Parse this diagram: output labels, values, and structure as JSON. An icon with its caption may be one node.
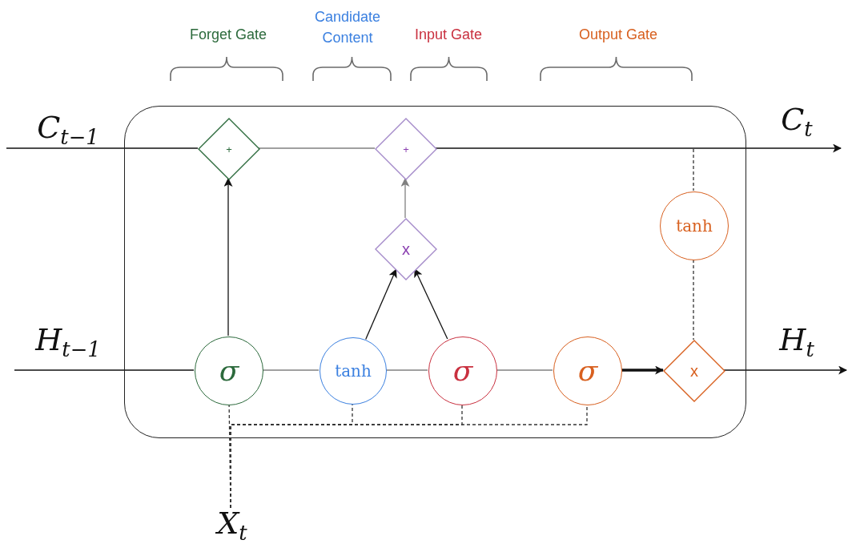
{
  "diagram": {
    "nodes": [
      {
        "text": [],
        "shape": "box"
      },
      {
        "text": [
          "+"
        ],
        "in": 0
      },
      {
        "text": [
          "+"
        ],
        "in": 0
      },
      {
        "text": [
          "x"
        ],
        "in": 0
      },
      {
        "text": [
          "tanh"
        ],
        "in": 0
      },
      {
        "text": [
          "σ"
        ],
        "in": 0
      },
      {
        "text": [
          "tanh"
        ],
        "in": 0
      },
      {
        "text": [
          "σ"
        ],
        "in": 0
      },
      {
        "text": [
          "σ"
        ],
        "in": 0
      },
      {
        "text": [
          "x"
        ],
        "in": 0
      },
      {
        "text": [
          "X$_{t}$"
        ]
      }
    ],
    "edges": [
      {
        "from": null,
        "to": 1,
        "arrow": "none"
      },
      {
        "from": 1,
        "to": 2,
        "arrow": "none",
        "color": "#808080"
      },
      {
        "from": 2,
        "to": null,
        "arrow": "to"
      },
      {
        "from": 5,
        "to": 1,
        "arrow": "to"
      },
      {
        "from": 3,
        "to": 2,
        "arrow": "to",
        "color": "#808080"
      },
      {
        "from": 6,
        "to": 3,
        "arrow": "to"
      },
      {
        "from": 7,
        "to": 3,
        "arrow": "to"
      },
      {
        "from": null,
        "to": 4,
        "arrow": "none",
        "style": "dashed"
      },
      {
        "from": 4,
        "to": 9,
        "arrow": "none",
        "style": "dashed"
      },
      {
        "from": null,
        "to": 5,
        "arrow": "none"
      },
      {
        "from": 5,
        "to": 6,
        "arrow": "none",
        "color": "#808080"
      },
      {
        "from": 6,
        "to": 7,
        "arrow": "none",
        "color": "#808080"
      },
      {
        "from": 7,
        "to": 8,
        "arrow": "none",
        "color": "#808080"
      },
      {
        "from": 8,
        "to": 9,
        "arrow": "to",
        "style": "thick"
      },
      {
        "from": 9,
        "to": null,
        "arrow": "to"
      },
      {
        "from": 10,
        "to": 5,
        "arrow": "none",
        "style": "dashed"
      },
      {
        "from": 10,
        "to": 6,
        "arrow": "none",
        "style": "dashed"
      },
      {
        "from": 10,
        "to": 7,
        "arrow": "none",
        "style": "dashed"
      },
      {
        "from": 10,
        "to": 8,
        "arrow": "none",
        "style": "dashed"
      }
    ],
    "labels": [
      "Forget Gate",
      "Candidate Content",
      "Input Gate",
      "Output Gate",
      "C$_{t−1}$",
      "C$_{t}$",
      "H$_{t−1}$",
      "H$_{t}$"
    ]
  }
}
